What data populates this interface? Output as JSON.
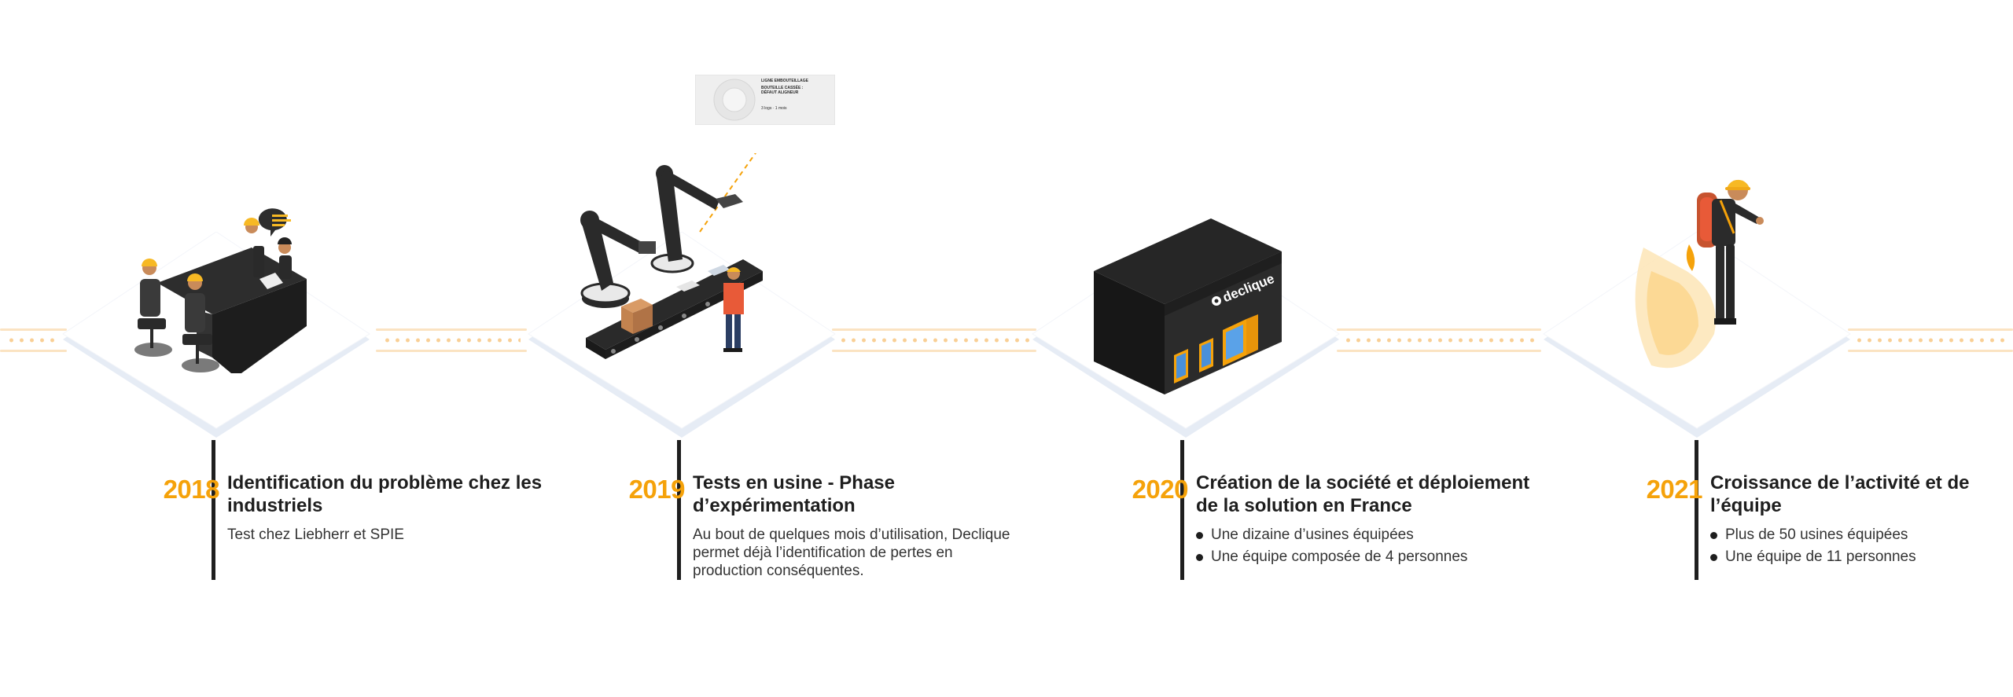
{
  "colors": {
    "accent": "#f5a20a",
    "dark": "#1f1f1f",
    "track": "#fbe3c2",
    "track_dot": "#f9cf95",
    "platform": "#ffffff",
    "platform_edge": "#e6ecf5",
    "worker": "#2f2f2f",
    "helmet": "#f7b924",
    "jacket": "#e85a38"
  },
  "label_card": {
    "line1": "LIGNE EMBOUTEILLAGE",
    "line2": "BOUTEILLE CASSÉE :",
    "line3": "DÉFAUT ALIGNEUR",
    "meta": "3 logs · 1 mois"
  },
  "building_sign": "declique",
  "milestones": [
    {
      "year": "2018",
      "title": "Identification du problème chez les industriels",
      "description": "Test chez Liebherr et SPIE",
      "bullets": []
    },
    {
      "year": "2019",
      "title": "Tests en usine - Phase d’expérimentation",
      "description": "Au bout de quelques mois d’utilisation, Declique permet déjà l’identification de pertes en production conséquentes.",
      "bullets": []
    },
    {
      "year": "2020",
      "title": "Création de la société et déploiement de la solution en France",
      "description": "",
      "bullets": [
        "Une dizaine d’usines équipées",
        "Une équipe composée de 4 personnes"
      ]
    },
    {
      "year": "2021",
      "title": "Croissance de l’activité et de l’équipe",
      "description": "",
      "bullets": [
        "Plus de 50 usines équipées",
        "Une équipe de 11 personnes"
      ]
    }
  ]
}
